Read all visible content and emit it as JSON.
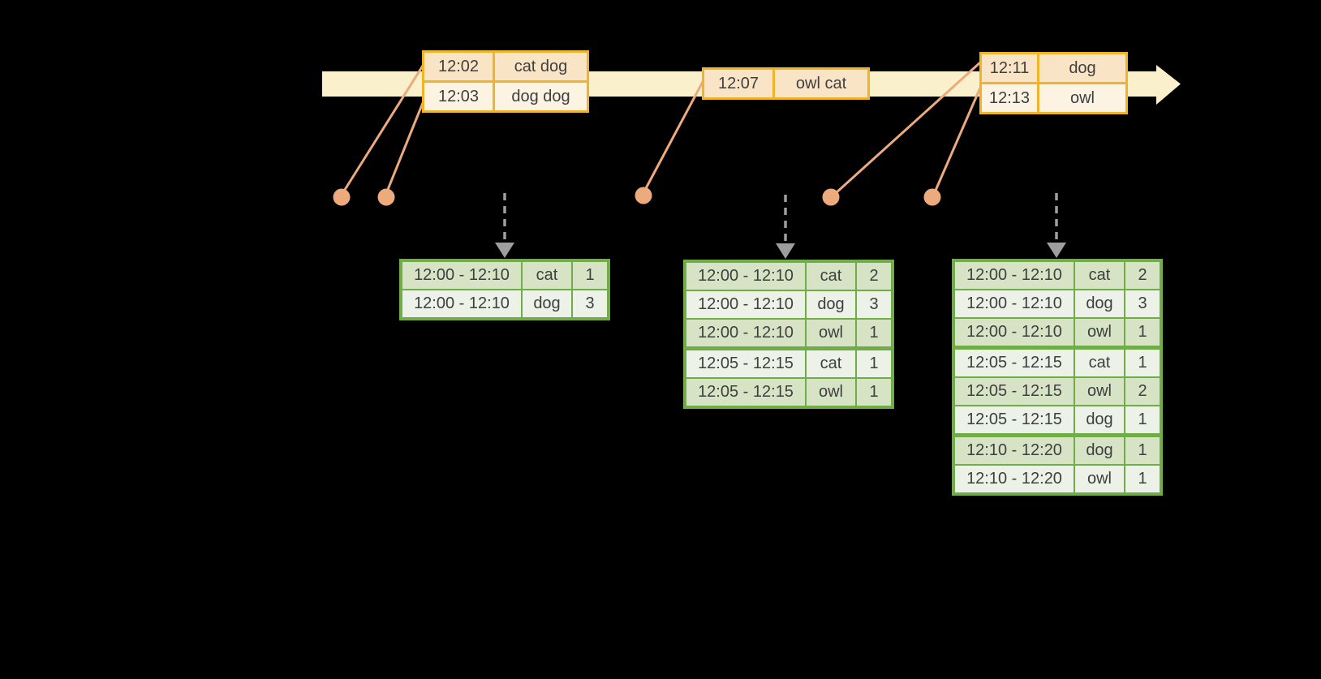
{
  "colors": {
    "background": "#000000",
    "timeline-fill": "#FAF0CC",
    "event-border": "#F0B428",
    "event-row-odd": "#FAE4C6",
    "event-row-even": "#FCF3E3",
    "connector": "#EDAA7C",
    "table-border": "#70AD47",
    "table-row-odd": "#D7E3C5",
    "table-row-even": "#ECF2E7",
    "arrow-gray": "#9E9E9E",
    "text": "#3F3F3F"
  },
  "timeline": {
    "events": [
      {
        "rows": [
          {
            "time": "12:02",
            "words": "cat dog"
          },
          {
            "time": "12:03",
            "words": "dog dog"
          }
        ]
      },
      {
        "rows": [
          {
            "time": "12:07",
            "words": "owl cat"
          }
        ]
      },
      {
        "rows": [
          {
            "time": "12:11",
            "words": "dog"
          },
          {
            "time": "12:13",
            "words": "owl"
          }
        ]
      }
    ]
  },
  "result_tables": [
    {
      "rows": [
        {
          "window": "12:00 - 12:10",
          "word": "cat",
          "count": "1"
        },
        {
          "window": "12:00 - 12:10",
          "word": "dog",
          "count": "3"
        }
      ]
    },
    {
      "rows": [
        {
          "window": "12:00 - 12:10",
          "word": "cat",
          "count": "2"
        },
        {
          "window": "12:00 - 12:10",
          "word": "dog",
          "count": "3"
        },
        {
          "window": "12:00 - 12:10",
          "word": "owl",
          "count": "1"
        },
        {
          "window": "12:05 - 12:15",
          "word": "cat",
          "count": "1"
        },
        {
          "window": "12:05 - 12:15",
          "word": "owl",
          "count": "1"
        }
      ]
    },
    {
      "rows": [
        {
          "window": "12:00 - 12:10",
          "word": "cat",
          "count": "2"
        },
        {
          "window": "12:00 - 12:10",
          "word": "dog",
          "count": "3"
        },
        {
          "window": "12:00 - 12:10",
          "word": "owl",
          "count": "1"
        },
        {
          "window": "12:05 - 12:15",
          "word": "cat",
          "count": "1"
        },
        {
          "window": "12:05 - 12:15",
          "word": "owl",
          "count": "2"
        },
        {
          "window": "12:05 - 12:15",
          "word": "dog",
          "count": "1"
        },
        {
          "window": "12:10 - 12:20",
          "word": "dog",
          "count": "1"
        },
        {
          "window": "12:10 - 12:20",
          "word": "owl",
          "count": "1"
        }
      ]
    }
  ]
}
